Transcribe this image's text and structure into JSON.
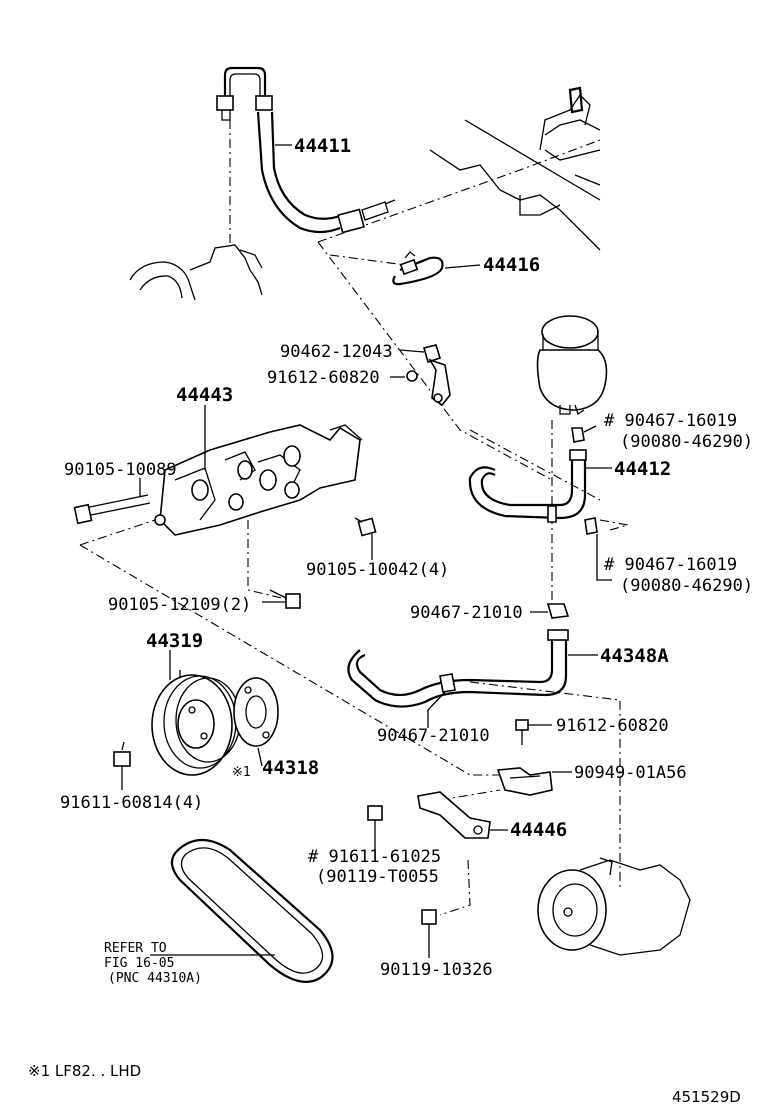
{
  "labels": {
    "p44411": "44411",
    "p44416": "44416",
    "p90462_12043": "90462-12043",
    "p91612_60820a": "91612-60820",
    "p44443": "44443",
    "p90105_10089": "90105-10089",
    "p90467_16019a": "# 90467-16019",
    "p90080_46290a": "(90080-46290)",
    "p44412": "44412",
    "p90467_16019b": "# 90467-16019",
    "p90080_46290b": "(90080-46290)",
    "p90105_10042": "90105-10042(4)",
    "p90105_12109": "90105-12109(2)",
    "p90467_21010a": "90467-21010",
    "p44348A": "44348A",
    "p44319": "44319",
    "p90467_21010b": "90467-21010",
    "p91612_60820b": "91612-60820",
    "p44318_mark": "※1",
    "p44318": "44318",
    "p91611_60814": "91611-60814(4)",
    "p90949_01A56": "90949-01A56",
    "p44446": "44446",
    "p91611_61025": "# 91611-61025",
    "p90119_T0055": "(90119-T0055",
    "p90119_10326": "90119-10326",
    "refer_line1": "REFER TO",
    "refer_line2": "FIG 16-05",
    "refer_line3": "(PNC 44310A)"
  },
  "footnote": "※1 LF82. . LHD",
  "figure_id": "451529D"
}
